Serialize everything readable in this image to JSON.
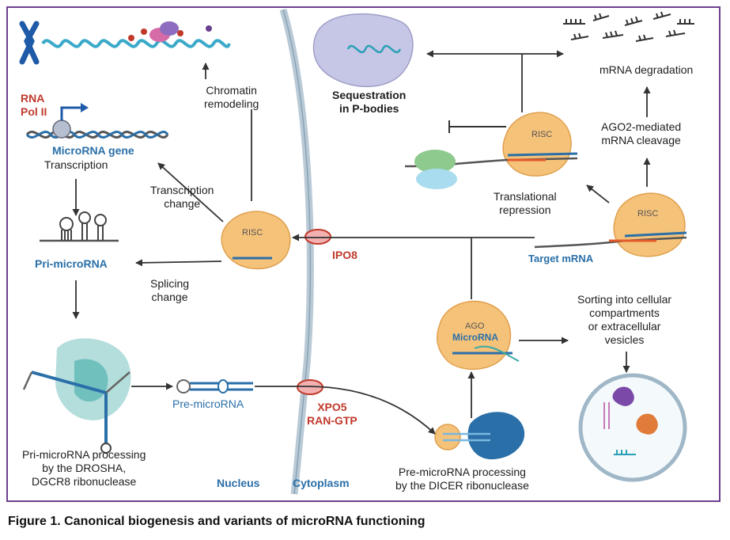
{
  "labels": {
    "rna_pol_ii": [
      "RNA",
      "Pol II"
    ],
    "microrna_gene": "MicroRNA gene",
    "transcription": "Transcription",
    "chromatin_remodeling": [
      "Chromatin",
      "remodeling"
    ],
    "transcription_change": [
      "Transcription",
      "change"
    ],
    "splicing_change": [
      "Splicing",
      "change"
    ],
    "pri_microrna": "Pri-microRNA",
    "risc": "RISC",
    "ipo8": "IPO8",
    "xpo5_ran_gtp": [
      "XPO5",
      "RAN-GTP"
    ],
    "pre_microrna": "Pre-microRNA",
    "drosha_processing": [
      "Pri-microRNA processing",
      "by the DROSHA,",
      "DGCR8 ribonuclease"
    ],
    "nucleus": "Nucleus",
    "cytoplasm": "Cytoplasm",
    "sequestration": [
      "Sequestration",
      "in P-bodies"
    ],
    "mrna_degradation": "mRNA degradation",
    "ago2_cleavage": [
      "AGO2-mediated",
      "mRNA cleavage"
    ],
    "translational_repression": [
      "Translational",
      "repression"
    ],
    "target_mrna": "Target mRNA",
    "ago": "AGO",
    "microrna": "MicroRNA",
    "sorting": [
      "Sorting into cellular",
      "compartments",
      "or extracellular",
      "vesicles"
    ],
    "dicer_processing": [
      "Pre-microRNA processing",
      "by the DICER ribonuclease"
    ]
  },
  "caption": "Figure 1. Canonical biogenesis and variants of microRNA functioning",
  "colors": {
    "frame": "#6b3f8f",
    "membrane": "#b9cad6",
    "risc_body": "#f5c27a",
    "rna_blue": "#2a6fa8",
    "label_red": "#c0392b",
    "teal": "#3aa9a9"
  }
}
